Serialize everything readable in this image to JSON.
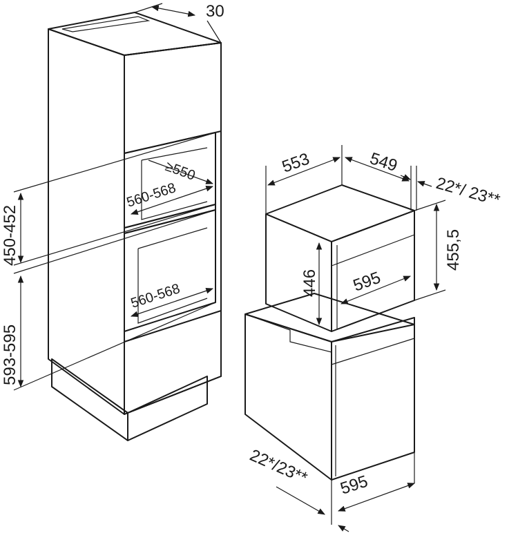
{
  "colors": {
    "cabinet_front": "#a9a9a9",
    "cabinet_side": "#8d8d8d",
    "cabinet_top": "#c3c3c3",
    "appliance_front": "#f4f4f4",
    "appliance_side": "#e6e6e6",
    "appliance_top": "#dedede",
    "niche": "#ffffff",
    "line": "#1a1a1a"
  },
  "cabinet": {
    "dim_top_depth": "30",
    "dim_niche_depth": "≥550",
    "dim_upper_niche_width": "560-568",
    "dim_lower_niche_width": "560-568",
    "dim_upper_niche_height": "450-452",
    "dim_lower_niche_height": "593-595"
  },
  "compact_appliance": {
    "dim_depth": "553",
    "dim_depth_right": "549",
    "dim_front_panel": "22*/ 23**",
    "dim_height_total": "455,5",
    "dim_height_body": "446",
    "dim_width": "595"
  },
  "oven_appliance": {
    "dim_front_panel": "22*/23**",
    "dim_width": "595"
  }
}
